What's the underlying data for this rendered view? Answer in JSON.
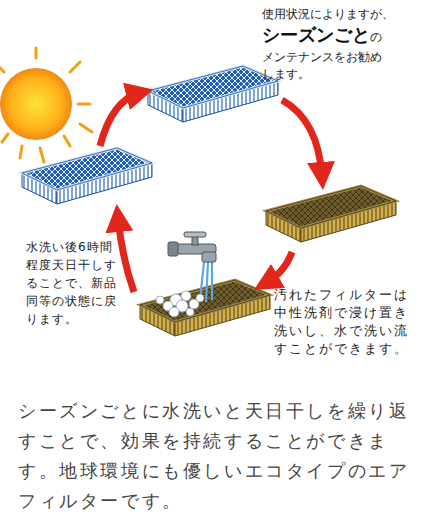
{
  "diagram": {
    "caption": "シーズンごとに水洗いと天日干しを繰り返すことで、効果を持続することができます。地球環境にも優しいエコタイプのエアフィルターです。",
    "labels": [
      "使用状況によりますが、",
      "シーズンごと",
      "のメンテナンスをお勧めします。",
      "水洗い後6時間程度天日干しすることで、新品同等の状態に戻ります。",
      "汚れたフィルターは中性洗剤で浸け置き洗いし、水で洗い流すことができます。"
    ]
  }
}
